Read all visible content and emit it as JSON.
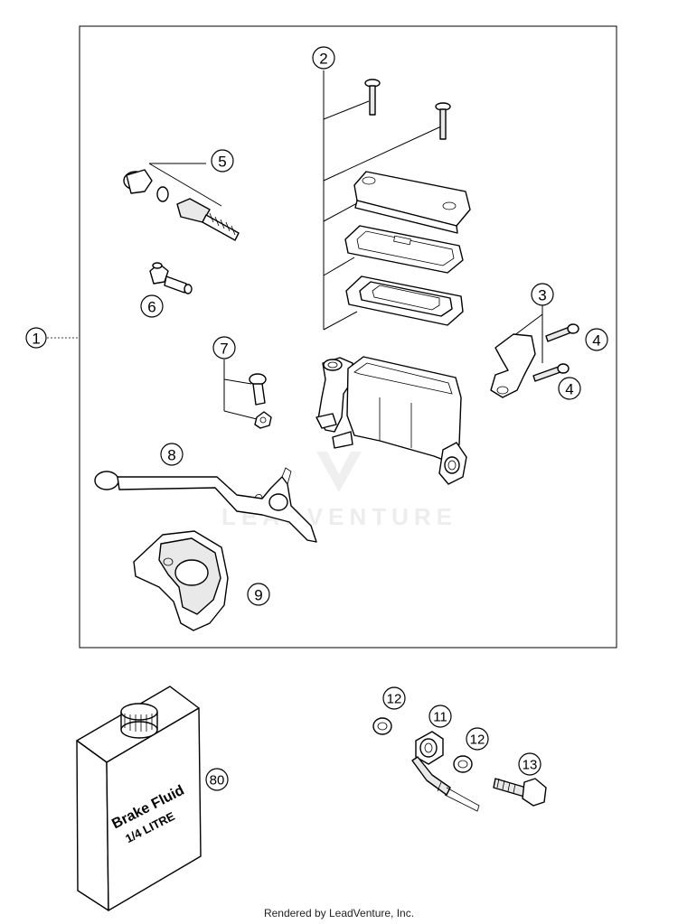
{
  "callouts": {
    "c1": "1",
    "c2": "2",
    "c3": "3",
    "c4a": "4",
    "c4b": "4",
    "c5": "5",
    "c6": "6",
    "c7": "7",
    "c8": "8",
    "c9": "9",
    "c11": "11",
    "c12a": "12",
    "c12b": "12",
    "c13": "13",
    "c80": "80"
  },
  "bottle": {
    "line1": "Brake Fluid",
    "line2": "1/4 LITRE"
  },
  "watermark": "LEADVENTURE",
  "footer": "Rendered by LeadVenture, Inc."
}
